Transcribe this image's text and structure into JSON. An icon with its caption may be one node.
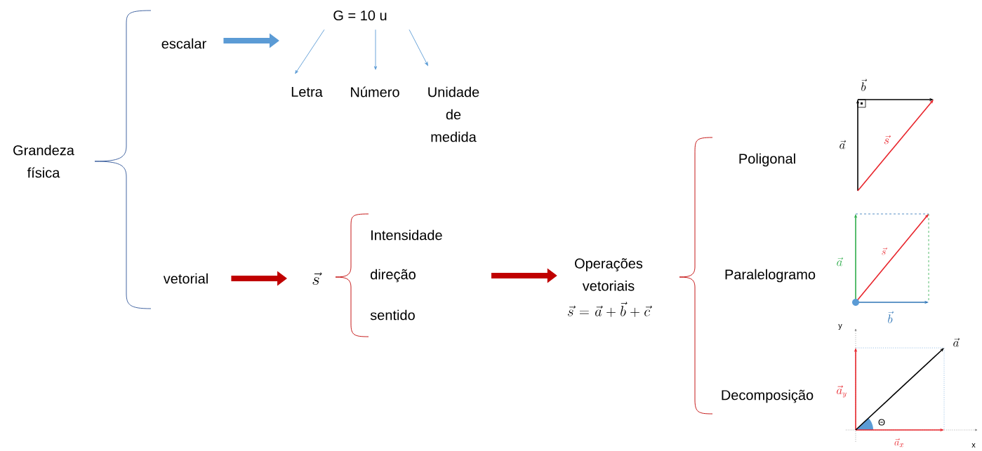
{
  "diagram": {
    "nodes": [
      {
        "text": [
          "Grandeza física"
        ]
      },
      {
        "text": [
          "escalar"
        ]
      },
      {
        "text": [
          "G = 10 u"
        ]
      },
      {
        "text": [
          "Letra"
        ]
      },
      {
        "text": [
          "Número"
        ]
      },
      {
        "text": [
          "Unidade de medida"
        ]
      },
      {
        "text": [
          "vetorial"
        ]
      },
      {
        "text": [
          "\\vec{s}"
        ]
      },
      {
        "text": [
          "Operações vetoriais",
          "\\vec{s} = \\vec{a} + \\vec{b} + \\vec{c}"
        ]
      },
      {
        "text": [
          "Intensidade"
        ]
      },
      {
        "text": [
          "direção"
        ]
      },
      {
        "text": [
          "sentido"
        ]
      }
    ],
    "edges": [
      {
        "from": 1,
        "to": null,
        "arrow": "to",
        "style": "thick",
        "color": "#5b9bd5"
      },
      {
        "from": 2,
        "to": 3,
        "arrow": "to",
        "color": "#5b9bd5"
      },
      {
        "from": 2,
        "to": 4,
        "arrow": "to",
        "color": "#5b9bd5"
      },
      {
        "from": 2,
        "to": 5,
        "arrow": "to",
        "color": "#5b9bd5"
      },
      {
        "from": 6,
        "to": 7,
        "arrow": "to",
        "style": "thick",
        "color": "#c00000"
      },
      {
        "from": null,
        "to": 8,
        "arrow": "to",
        "style": "thick",
        "color": "#c00000"
      }
    ],
    "labels": [
      "\\vec{b}",
      "\\vec{s}",
      "\\vec{a}",
      "Poligonal",
      "\\vec{s}",
      "\\vec{a}",
      "Paralelogramo",
      "\\vec{b}",
      "y",
      "\\vec{a}",
      "\\vec{a}_y",
      "Decomposição",
      "Θ",
      "x",
      "\\vec{a}_x"
    ]
  }
}
